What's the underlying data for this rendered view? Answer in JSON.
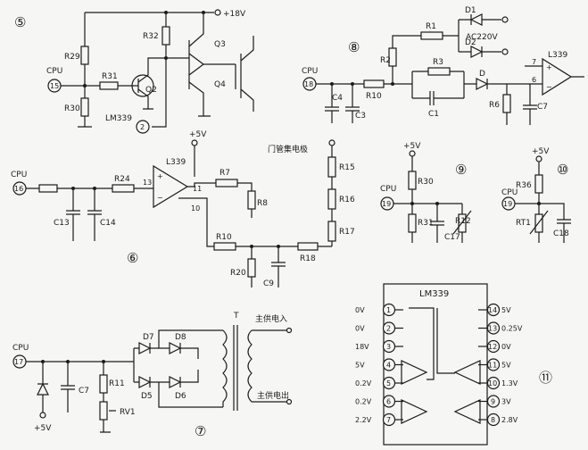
{
  "labels": {
    "cpu": "CPU",
    "plus18v": "+18V",
    "plus5v": "+5V",
    "lm339": "LM339",
    "l339": "L339",
    "ac220": "AC220V",
    "ige_collector": "门管集电极",
    "main_in": "主供电入",
    "main_out": "主供电出",
    "t": "T"
  },
  "circuit_numbers": {
    "c5": "⑤",
    "c6": "⑥",
    "c7": "⑦",
    "c8": "⑧",
    "c9": "⑨",
    "c10": "⑩",
    "c11": "⑪"
  },
  "nodes": {
    "n15": "15",
    "n2": "2",
    "n18": "18",
    "n16": "16",
    "n19a": "19",
    "n19b": "19",
    "n17": "17"
  },
  "components": {
    "R29": "R29",
    "R30": "R30",
    "R31": "R31",
    "R32": "R32",
    "Q2": "Q2",
    "Q3": "Q3",
    "Q4": "Q4",
    "R1": "R1",
    "R2": "R2",
    "R3": "R3",
    "R6": "R6",
    "R10": "R10",
    "C1": "C1",
    "C3": "C3",
    "C4": "C4",
    "C7": "C7",
    "D1": "D1",
    "D2": "D2",
    "D": "D",
    "R24": "R24",
    "C13": "C13",
    "C14": "C14",
    "R7": "R7",
    "R8": "R8",
    "R20": "R20",
    "C9": "C9",
    "R18": "R18",
    "R15": "R15",
    "R16": "R16",
    "R17": "R17",
    "R30b": "R30",
    "R31b": "R31",
    "C17": "C17",
    "R12": "R12",
    "R36": "R36",
    "RT1": "RT1",
    "C18": "C18",
    "D7": "D7",
    "D8": "D8",
    "D5": "D5",
    "D6": "D6",
    "R11": "R11",
    "RV1": "RV1",
    "C7b": "C7"
  },
  "opamp_pins": {
    "p13": "13",
    "p11": "11",
    "p10": "10",
    "p7": "7",
    "p6": "6",
    "plus": "+",
    "minus": "−"
  },
  "ic": {
    "title": "LM339",
    "left_pins": [
      {
        "num": "1",
        "volt": "0V"
      },
      {
        "num": "2",
        "volt": "0V"
      },
      {
        "num": "3",
        "volt": "18V"
      },
      {
        "num": "4",
        "volt": "5V"
      },
      {
        "num": "5",
        "volt": "0.2V"
      },
      {
        "num": "6",
        "volt": "0.2V"
      },
      {
        "num": "7",
        "volt": "2.2V"
      }
    ],
    "right_pins": [
      {
        "num": "14",
        "volt": "5V"
      },
      {
        "num": "13",
        "volt": "0.25V"
      },
      {
        "num": "12",
        "volt": "0V"
      },
      {
        "num": "11",
        "volt": "5V"
      },
      {
        "num": "10",
        "volt": "1.3V"
      },
      {
        "num": "9",
        "volt": "3V"
      },
      {
        "num": "8",
        "volt": "2.8V"
      }
    ]
  }
}
